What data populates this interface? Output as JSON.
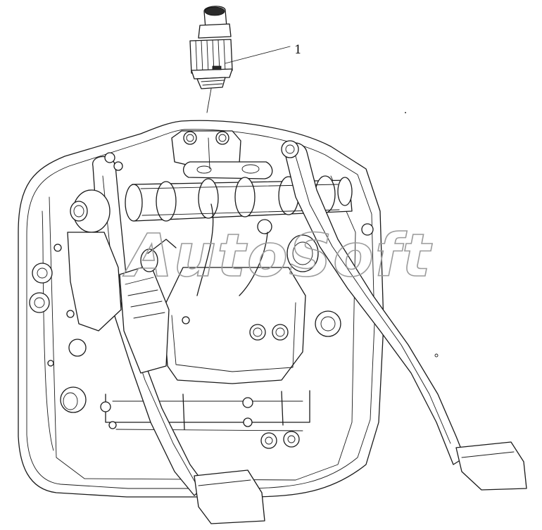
{
  "callouts": [
    {
      "label": "1"
    }
  ],
  "watermark": {
    "text": "AutoSoft"
  },
  "parts": {
    "sensor": "clutch-switch-sensor",
    "bracket": "pedal-bracket-plate",
    "left_pedal": "clutch-pedal",
    "right_pedal": "brake-pedal"
  }
}
